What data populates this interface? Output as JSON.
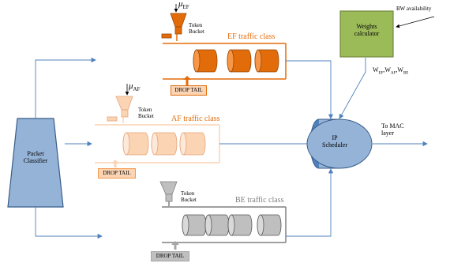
{
  "packet_classifier": {
    "label_line1": "Packet",
    "label_line2": "Classifier"
  },
  "ef": {
    "class_label": "EF traffic class",
    "token_label_1": "Token",
    "token_label_2": "Bucket",
    "drop_label": "DROP TAIL",
    "mu": "μ",
    "mu_sub": "EF"
  },
  "af": {
    "class_label": "AF traffic class",
    "token_label_1": "Token",
    "token_label_2": "Bucket",
    "drop_label": "DROP TAIL",
    "mu": "μ",
    "mu_sub": "AF"
  },
  "be": {
    "class_label": "BE traffic class",
    "token_label_1": "Token",
    "token_label_2": "Bucket",
    "drop_label": "DROP TAIL"
  },
  "scheduler": {
    "label_line1": "IP",
    "label_line2": "Scheduler"
  },
  "weights": {
    "label_line1": "Weights",
    "label_line2": "calculator",
    "bw_label": "BW availability"
  },
  "weights_output": {
    "w": "W",
    "ef_sub": "EF",
    "af_sub": "AF",
    "be_sub": "BE"
  },
  "output": {
    "label_line1": "To MAC",
    "label_line2": "layer"
  },
  "colors": {
    "ef": "#E36C0A",
    "af": "#FBD4B4",
    "be": "#BFBFBF",
    "blue": "#95B3D7",
    "green": "#9BBB59",
    "arrow": "#4F81BD"
  }
}
